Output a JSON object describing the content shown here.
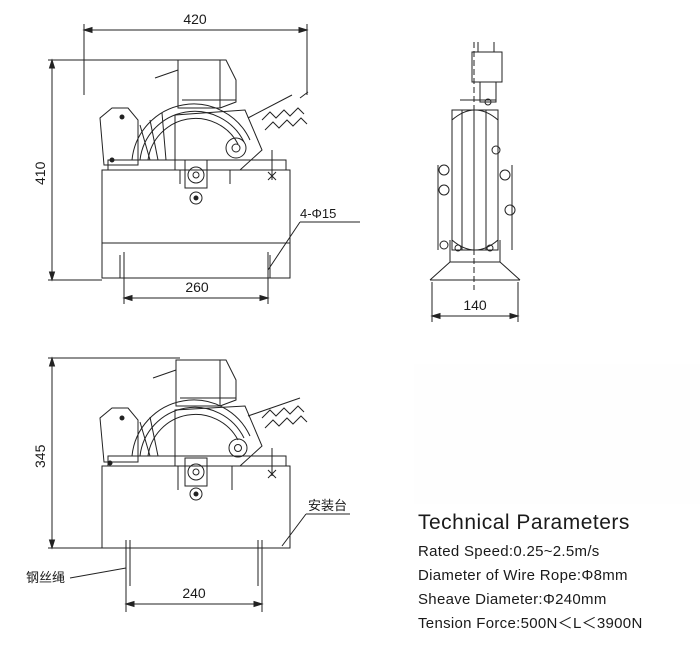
{
  "dimensions": {
    "width_top": "420",
    "height_top": "410",
    "bolt_spec": "4-Φ15",
    "base_top": "260",
    "side_width": "140",
    "height_bottom": "345",
    "base_bottom": "240"
  },
  "callouts": {
    "mounting_base": "安装台",
    "wire_rope": "钢丝绳"
  },
  "technical_parameters": {
    "title": "Technical Parameters",
    "rows": [
      "Rated Speed:0.25~2.5m/s",
      "Diameter of Wire Rope:Φ8mm",
      "Sheave Diameter:Φ240mm",
      "Tension Force:500N＜L＜3900N"
    ]
  }
}
